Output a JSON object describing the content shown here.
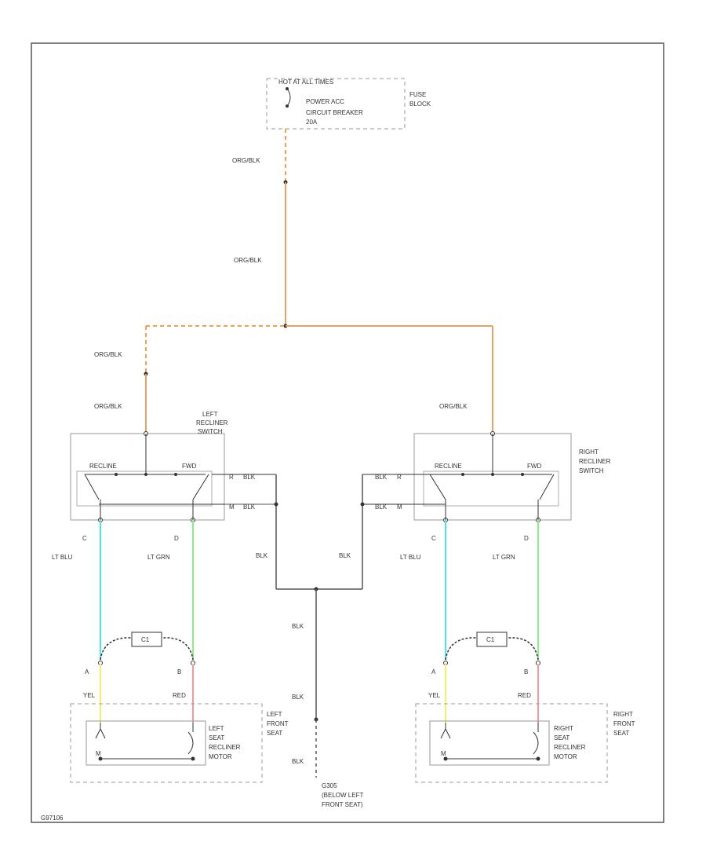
{
  "colors": {
    "frame": "#555555",
    "box": "#999999",
    "org_blk": "#e3a366",
    "org_dash": "#f0a050",
    "blk": "#555555",
    "lt_blu": "#55e0ee",
    "lt_grn": "#88ee88",
    "yel": "#f2f266",
    "red": "#f29a9a"
  },
  "fuse_block": {
    "hot_label": "HOT AT ALL TIMES",
    "breaker_line1": "POWER ACC",
    "breaker_line2": "CIRCUIT BREAKER",
    "breaker_amps": "20A",
    "block_line1": "FUSE",
    "block_line2": "BLOCK"
  },
  "wires": {
    "org_blk": "ORG/BLK",
    "blk": "BLK",
    "lt_blu": "LT BLU",
    "lt_grn": "LT GRN",
    "yel": "YEL",
    "red": "RED",
    "r_blk": "R",
    "m_blk": "M",
    "blk_r": "BLK",
    "blk_m": "BLK"
  },
  "left_switch": {
    "line1": "LEFT",
    "line2": "RECLINER",
    "line3": "SWITCH",
    "recline": "RECLINE",
    "fwd": "FWD"
  },
  "right_switch": {
    "line1": "RIGHT",
    "line2": "RECLINER",
    "line3": "SWITCH",
    "recline": "RECLINE",
    "fwd": "FWD"
  },
  "pins": {
    "c": "C",
    "d": "D",
    "a": "A",
    "b": "B"
  },
  "connector_label": "C1",
  "left_seat": {
    "line1": "LEFT",
    "line2": "FRONT",
    "line3": "SEAT",
    "motor1": "LEFT",
    "motor2": "SEAT",
    "motor3": "RECLINER",
    "motor4": "MOTOR"
  },
  "right_seat": {
    "line1": "RIGHT",
    "line2": "FRONT",
    "line3": "SEAT",
    "motor1": "RIGHT",
    "motor2": "SEAT",
    "motor3": "RECLINER",
    "motor4": "MOTOR"
  },
  "ground": {
    "id": "G305",
    "line1": "(BELOW LEFT",
    "line2": "FRONT SEAT)"
  },
  "figure_code": "G97106"
}
